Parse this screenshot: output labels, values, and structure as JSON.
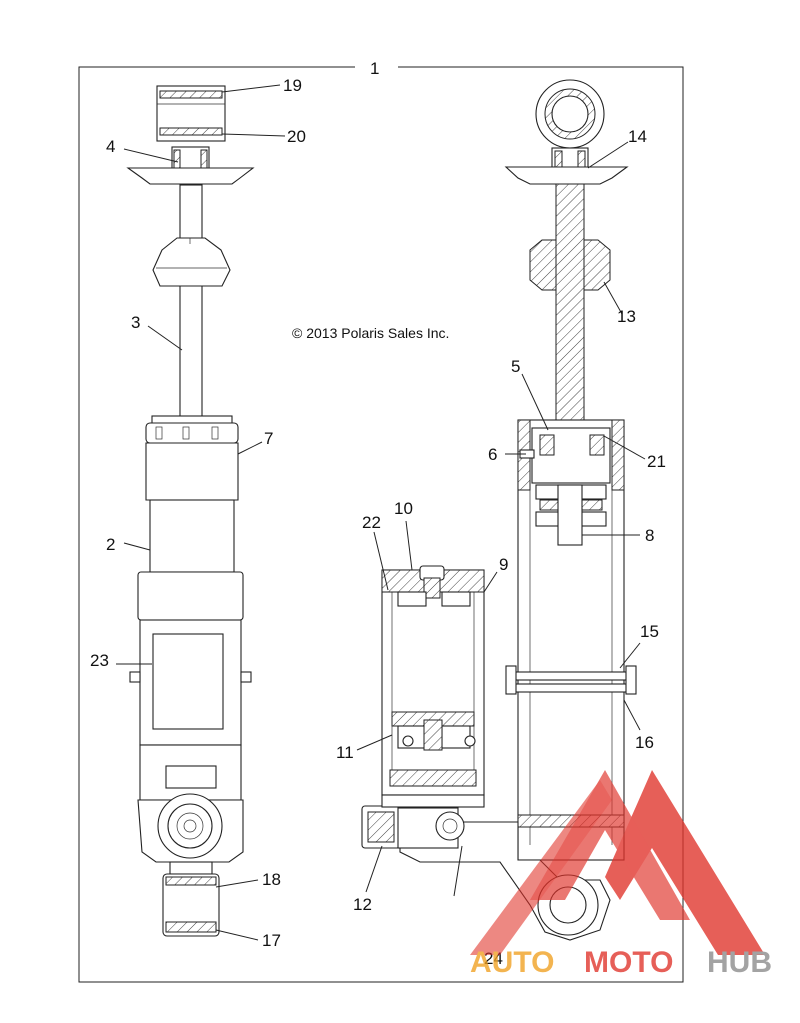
{
  "copyright": "© 2013 Polaris Sales Inc.",
  "callouts": [
    "1",
    "2",
    "3",
    "4",
    "5",
    "6",
    "7",
    "8",
    "9",
    "10",
    "11",
    "12",
    "13",
    "14",
    "15",
    "16",
    "17",
    "18",
    "19",
    "20",
    "21",
    "22",
    "23",
    "24"
  ],
  "watermark": {
    "part1": "AUTO",
    "part2": "MOTO",
    "part3": "HUB",
    "color_orange": "#f0a020",
    "color_red": "#e0332a",
    "color_gray": "#8a8a8a"
  }
}
